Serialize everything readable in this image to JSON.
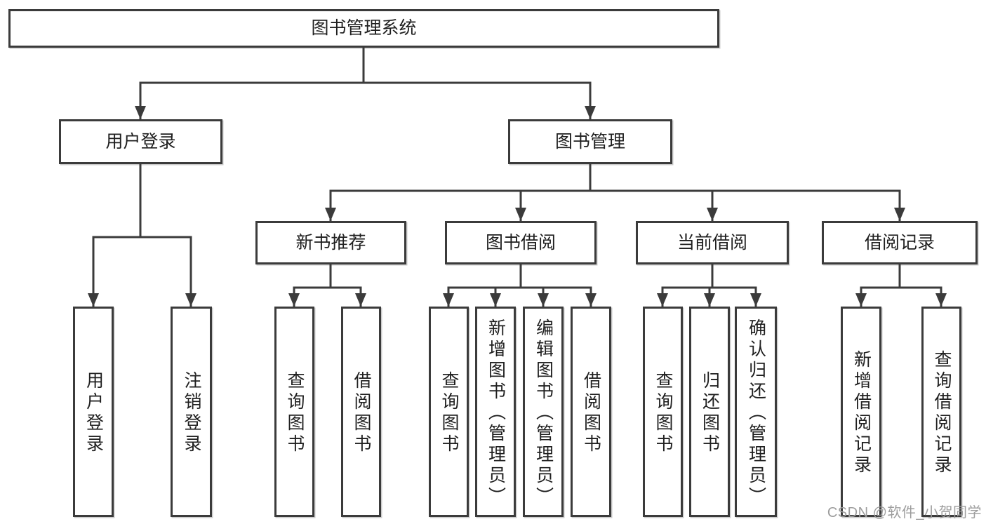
{
  "tree": {
    "label": "图书管理系统",
    "children": [
      {
        "label": "用户登录",
        "children": [
          {
            "label": "用户登录"
          },
          {
            "label": "注销登录"
          }
        ]
      },
      {
        "label": "图书管理",
        "children": [
          {
            "label": "新书推荐",
            "children": [
              {
                "label": "查询图书"
              },
              {
                "label": "借阅图书"
              }
            ]
          },
          {
            "label": "图书借阅",
            "children": [
              {
                "label": "查询图书"
              },
              {
                "label": "新增图书（管理员）"
              },
              {
                "label": "编辑图书（管理员）"
              },
              {
                "label": "借阅图书"
              }
            ]
          },
          {
            "label": "当前借阅",
            "children": [
              {
                "label": "查询图书"
              },
              {
                "label": "归还图书"
              },
              {
                "label": "确认归还（管理员）"
              }
            ]
          },
          {
            "label": "借阅记录",
            "children": [
              {
                "label": "新增借阅记录"
              },
              {
                "label": "查询借阅记录"
              }
            ]
          }
        ]
      }
    ]
  },
  "watermark": "CSDN @软件_小贺同学",
  "colors": {
    "line": "#3b3b3b",
    "text": "#1f1f1f",
    "watermark": "#9d9d9d",
    "background": "#ffffff"
  }
}
